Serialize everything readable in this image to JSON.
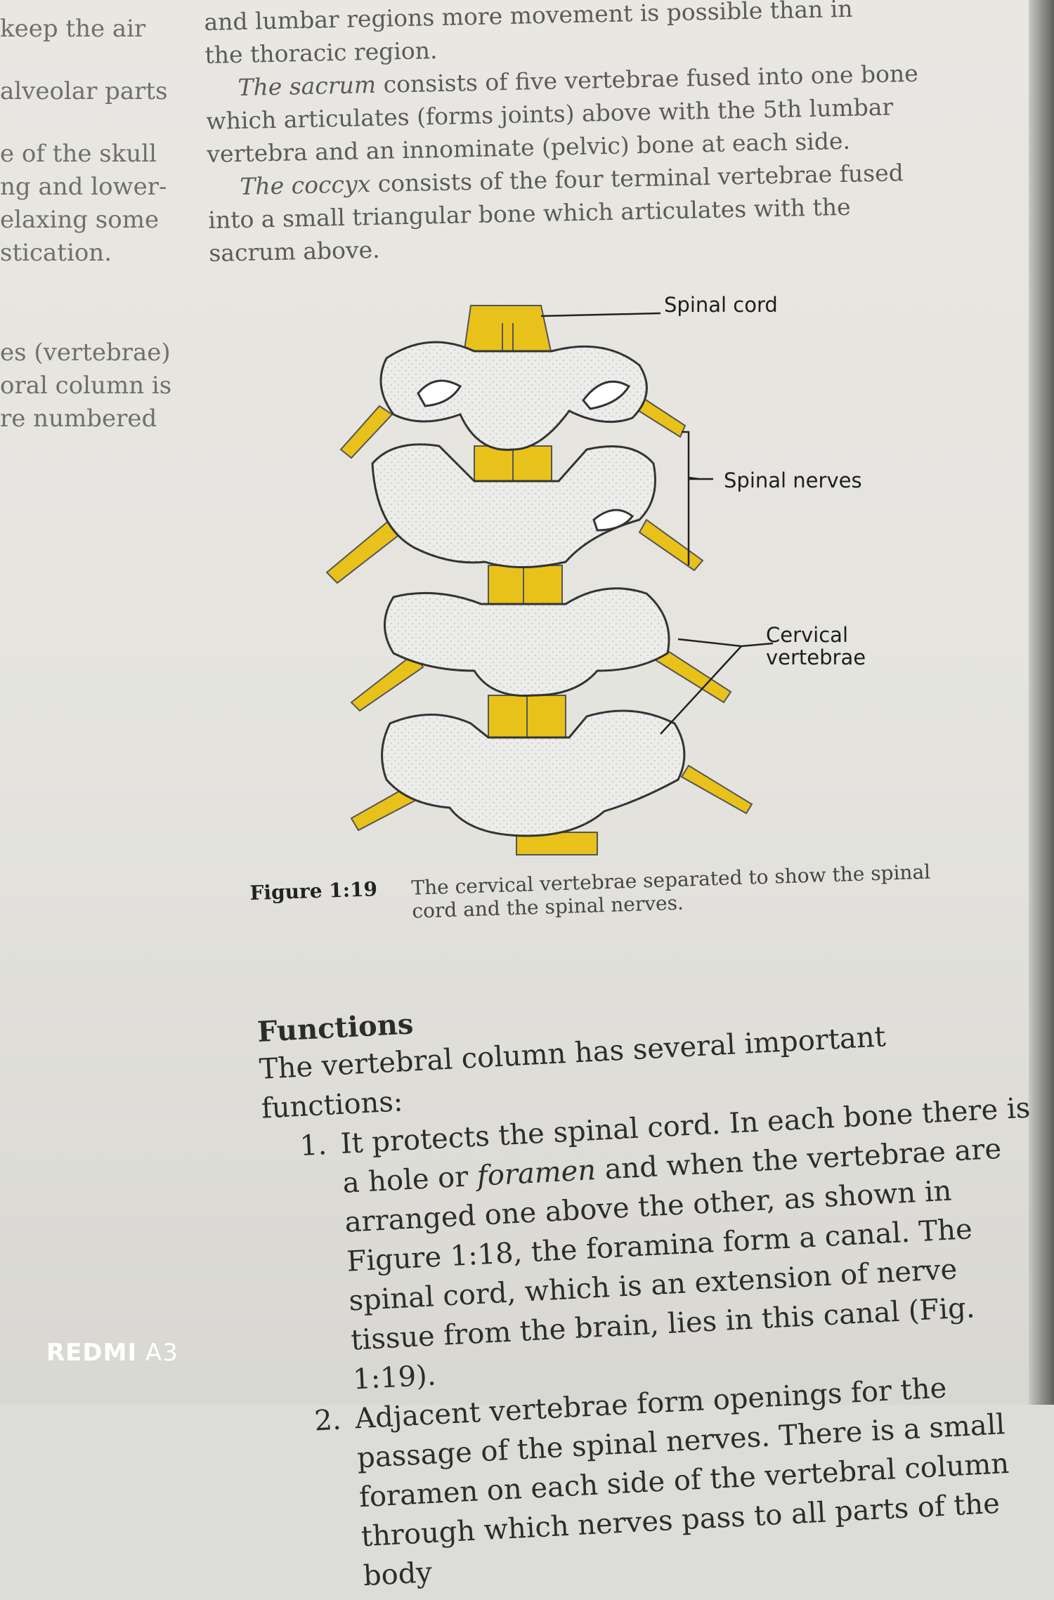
{
  "margin_lines": [
    "keep the air",
    "alveolar parts",
    "e of the skull",
    "ng and lower-",
    "elaxing some",
    "stication.",
    "es (vertebrae)",
    "oral column is",
    "re  numbered"
  ],
  "top_paragraph": {
    "line1": "and lumbar regions more movement is possible than in",
    "line2": "the thoracic region."
  },
  "sacrum_paragraph": {
    "term": "The sacrum",
    "text": " consists of five vertebrae fused into one bone which articulates (forms joints) above with the 5th lumbar vertebra and an innominate (pelvic) bone at each side."
  },
  "coccyx_paragraph": {
    "term": "The coccyx",
    "text": " consists of the four terminal vertebrae fused into a small triangular bone which articulates with the sacrum above."
  },
  "figure": {
    "labels": {
      "spinal_cord": "Spinal cord",
      "spinal_nerves": "Spinal nerves",
      "cervical_line1": "Cervical",
      "cervical_line2": "vertebrae"
    },
    "colors": {
      "nerve_yellow": "#e8c21a",
      "bone_fill": "#ececea",
      "outline": "#333333"
    }
  },
  "caption": {
    "number": "Figure 1:19",
    "text": "The cervical vertebrae separated to show the spinal cord and the spinal nerves."
  },
  "functions": {
    "heading": "Functions",
    "intro": "The vertebral column has several important functions:",
    "items": [
      {
        "num": "1.",
        "pre": "It protects the spinal cord. In each bone there is a hole or ",
        "em": "foramen",
        "post": " and when the vertebrae are arranged one above the other, as shown in Figure 1:18, the foramina form a canal. The spinal cord, which is an extension of nerve tissue from the brain, lies in this canal (Fig. 1:19)."
      },
      {
        "num": "2.",
        "pre": "Adjacent vertebrae form openings for the passage of the spinal nerves. There is a small foramen on each side of the vertebral column through which nerves",
        "em": "",
        "post": " pass to all parts of the body"
      }
    ]
  },
  "watermark": {
    "brand": "REDMI",
    "model": " A3"
  }
}
